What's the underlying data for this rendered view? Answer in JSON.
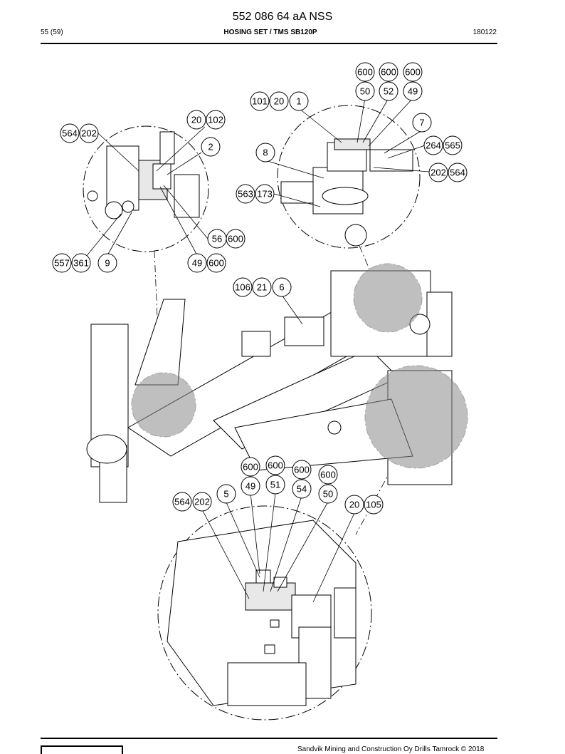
{
  "header": {
    "document_number": "552 086 64 aA NSS",
    "page": "55 (59)",
    "title": "HOSING SET / TMS SB120P",
    "date": "180122"
  },
  "footer": {
    "copyright": "Sandvik Mining and Construction Oy Drills Tamrock © 2018"
  },
  "callouts": [
    {
      "id": "c-600-a",
      "label": "600"
    },
    {
      "id": "c-600-b",
      "label": "600"
    },
    {
      "id": "c-600-c",
      "label": "600"
    },
    {
      "id": "c-50-a",
      "label": "50"
    },
    {
      "id": "c-52",
      "label": "52"
    },
    {
      "id": "c-49-a",
      "label": "49"
    },
    {
      "id": "c-101",
      "label": "101"
    },
    {
      "id": "c-20-a",
      "label": "20"
    },
    {
      "id": "c-1",
      "label": "1"
    },
    {
      "id": "c-7",
      "label": "7"
    },
    {
      "id": "c-264",
      "label": "264"
    },
    {
      "id": "c-565",
      "label": "565"
    },
    {
      "id": "c-8",
      "label": "8"
    },
    {
      "id": "c-202-a",
      "label": "202"
    },
    {
      "id": "c-564-a",
      "label": "564"
    },
    {
      "id": "c-563",
      "label": "563"
    },
    {
      "id": "c-173",
      "label": "173"
    },
    {
      "id": "c-20-b",
      "label": "20"
    },
    {
      "id": "c-102",
      "label": "102"
    },
    {
      "id": "c-564-b",
      "label": "564"
    },
    {
      "id": "c-202-b",
      "label": "202"
    },
    {
      "id": "c-2",
      "label": "2"
    },
    {
      "id": "c-56",
      "label": "56"
    },
    {
      "id": "c-600-d",
      "label": "600"
    },
    {
      "id": "c-557",
      "label": "557"
    },
    {
      "id": "c-361",
      "label": "361"
    },
    {
      "id": "c-9",
      "label": "9"
    },
    {
      "id": "c-49-b",
      "label": "49"
    },
    {
      "id": "c-600-e",
      "label": "600"
    },
    {
      "id": "c-106",
      "label": "106"
    },
    {
      "id": "c-21",
      "label": "21"
    },
    {
      "id": "c-6",
      "label": "6"
    },
    {
      "id": "c-600-f",
      "label": "600"
    },
    {
      "id": "c-600-g",
      "label": "600"
    },
    {
      "id": "c-600-h",
      "label": "600"
    },
    {
      "id": "c-600-i",
      "label": "600"
    },
    {
      "id": "c-49-c",
      "label": "49"
    },
    {
      "id": "c-51",
      "label": "51"
    },
    {
      "id": "c-54",
      "label": "54"
    },
    {
      "id": "c-50-b",
      "label": "50"
    },
    {
      "id": "c-5",
      "label": "5"
    },
    {
      "id": "c-564-c",
      "label": "564"
    },
    {
      "id": "c-202-c",
      "label": "202"
    },
    {
      "id": "c-20-c",
      "label": "20"
    },
    {
      "id": "c-105",
      "label": "105"
    }
  ]
}
